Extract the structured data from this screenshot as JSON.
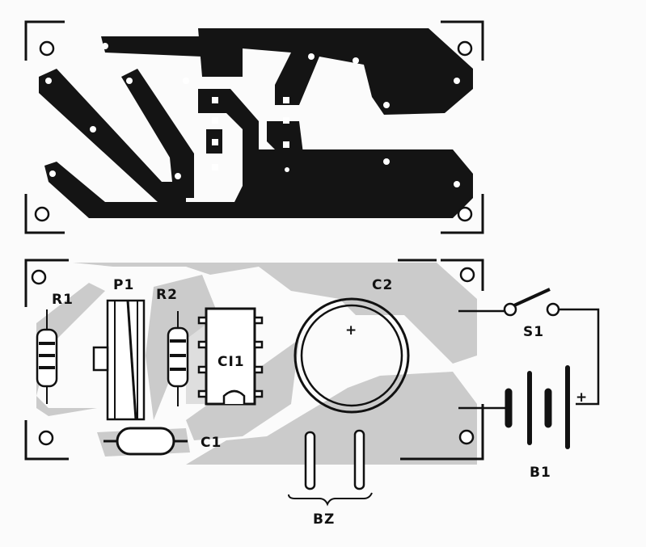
{
  "labels": {
    "r1": "R1",
    "p1": "P1",
    "r2": "R2",
    "ci1": "CI1",
    "c2": "C2",
    "c2_plus": "+",
    "c1": "C1",
    "s1": "S1",
    "b1": "B1",
    "b1_plus": "+",
    "bz": "BZ"
  },
  "colors": {
    "copper": "#141414",
    "shade": "#cbcbcb",
    "ink": "#111111"
  }
}
